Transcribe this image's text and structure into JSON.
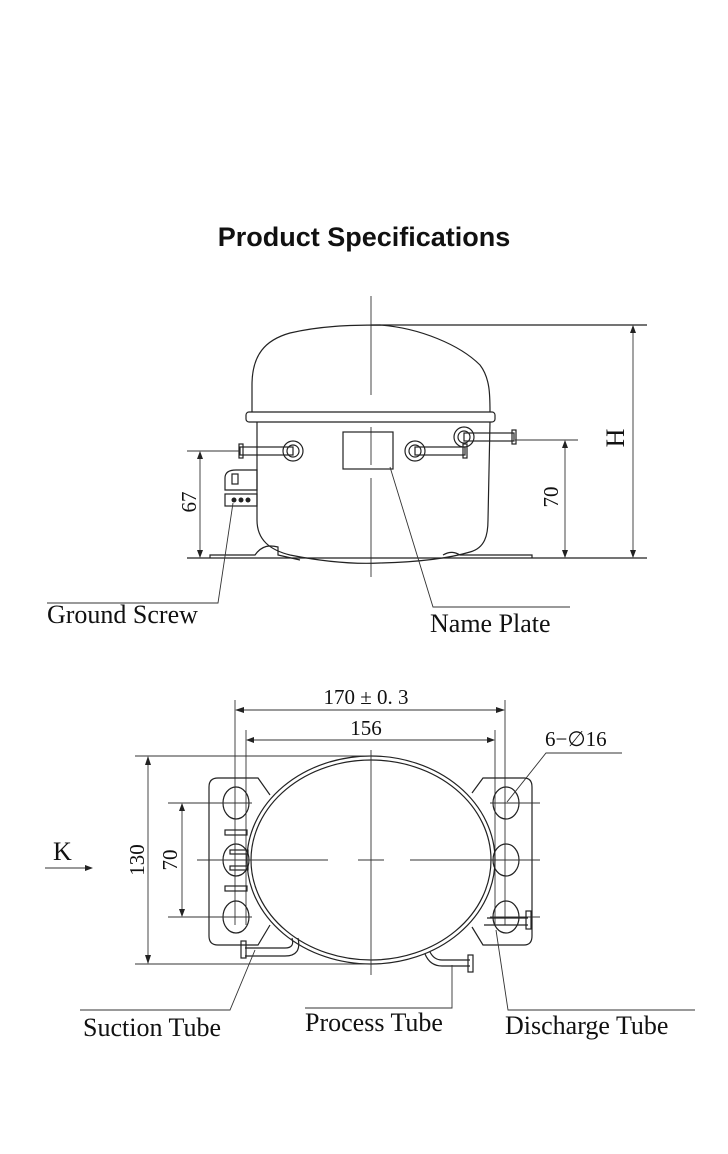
{
  "title": "Product Specifications",
  "side_view": {
    "dim_height_label": "H",
    "dim_left_port": "67",
    "dim_right_port": "70",
    "callouts": {
      "ground_screw": "Ground Screw",
      "name_plate": "Name Plate"
    }
  },
  "top_view": {
    "dim_overall_width": "170 ± 0. 3",
    "dim_hole_spacing": "156",
    "dim_depth": "130",
    "dim_hole_pitch": "70",
    "holes": "6−∅16",
    "view_marker": "K",
    "callouts": {
      "suction_tube": "Suction Tube",
      "process_tube": "Process Tube",
      "discharge_tube": "Discharge Tube"
    }
  }
}
